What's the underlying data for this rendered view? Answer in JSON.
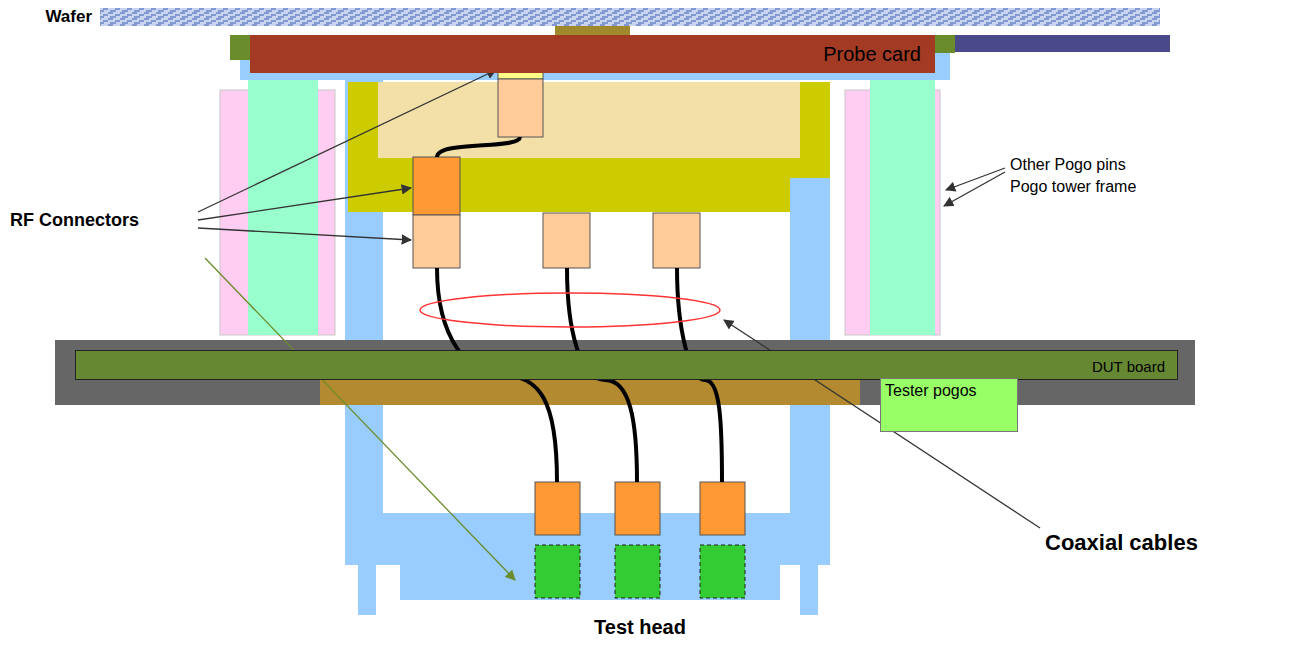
{
  "diagram": {
    "nodes": [
      {
        "text": [
          "Wafer"
        ]
      },
      {
        "text": [
          "Probe card"
        ]
      },
      {
        "text": [
          "DUT board"
        ]
      },
      {
        "text": [
          "Tester pogos"
        ]
      }
    ],
    "labels": [
      "RF Connectors",
      "Other Pogo pins",
      "Pogo tower frame",
      "Coaxial cables",
      "Test head"
    ]
  }
}
